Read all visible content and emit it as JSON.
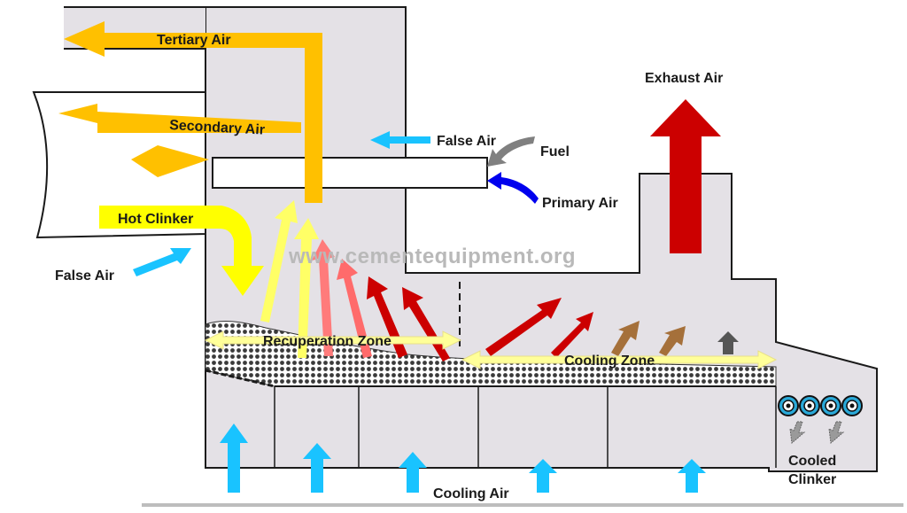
{
  "labels": {
    "tertiary_air": "Tertiary Air",
    "secondary_air": "Secondary Air",
    "hot_clinker": "Hot Clinker",
    "false_air_left": "False Air",
    "false_air_top": "False Air",
    "fuel": "Fuel",
    "primary_air": "Primary Air",
    "exhaust_air": "Exhaust Air",
    "recuperation_zone": "Recuperation Zone",
    "cooling_zone": "Cooling Zone",
    "cooling_air": "Cooling Air",
    "cooled": "Cooled",
    "clinker": "Clinker"
  },
  "watermark": "www.cementequipment.org",
  "colors": {
    "housing": "#e4e1e6",
    "outline": "#1a1a1a",
    "tertiary_air": "#ffc000",
    "secondary_air": "#ffc000",
    "hot_clinker": "#ffff00",
    "recuperation_light": "#ffff99",
    "cooling_air": "#19c3ff",
    "fuel": "#808080",
    "primary_air": "#0000ee",
    "exhaust_air": "#cc0000",
    "hot_gas_red": "#cc0000",
    "warm_gas_pink": "#ff6b6b",
    "cool_gas_brown": "#a5703a",
    "cool_gas_grey": "#555555"
  }
}
